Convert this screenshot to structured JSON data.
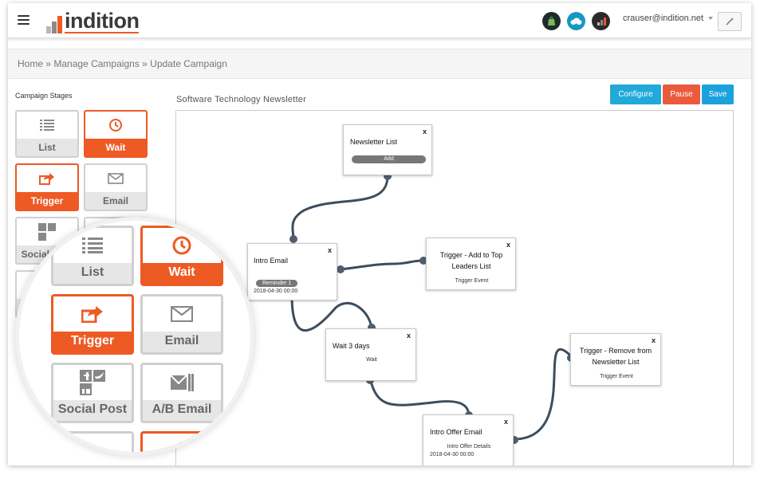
{
  "header": {
    "logo_text": "indition",
    "user_email": "crauser@indition.net",
    "integrations": [
      {
        "icon": "shopify-icon",
        "color": "#1e2a2b"
      },
      {
        "icon": "salesforce-icon",
        "color": "#1798c1"
      },
      {
        "icon": "indition-icon",
        "color": "#2a2a2a"
      }
    ]
  },
  "breadcrumb": {
    "items": [
      "Home",
      "Manage Campaigns",
      "Update Campaign"
    ],
    "separator": "»"
  },
  "stages": {
    "title": "Campaign Stages",
    "tiles": [
      {
        "label": "List",
        "icon": "list-icon",
        "active": false
      },
      {
        "label": "Wait",
        "icon": "clock-icon",
        "active": true
      },
      {
        "label": "Trigger",
        "icon": "share-icon",
        "active": true
      },
      {
        "label": "Email",
        "icon": "envelope-icon",
        "active": false
      },
      {
        "label": "Social Post",
        "icon": "social-icon",
        "active": false
      },
      {
        "label": "A/B Email",
        "icon": "ab-email-icon",
        "active": false
      }
    ]
  },
  "canvas": {
    "title": "Software Technology Newsletter",
    "buttons": {
      "configure": "Configure",
      "pause": "Pause",
      "save": "Save"
    },
    "close_glyph": "x",
    "nodes": {
      "newsletter": {
        "title": "Newsletter List",
        "action": "Add"
      },
      "intro_email": {
        "title": "Intro Email",
        "badge": "Reminder 1",
        "date": "2018-04-30 00:00"
      },
      "trigger_top": {
        "title": "Trigger - Add to Top Leaders List",
        "sub": "Trigger Event"
      },
      "wait": {
        "title": "Wait 3 days",
        "sub": "Wait"
      },
      "trigger_remove": {
        "title": "Trigger - Remove from Newsletter List",
        "sub": "Trigger Event"
      },
      "offer": {
        "title": "Intro Offer Email",
        "sub": "Intro Offer Details",
        "date": "2018-04-30 00:00"
      }
    }
  },
  "colors": {
    "accent": "#ee5a24",
    "configure": "#21a9d9",
    "pause": "#ea5a3c",
    "save": "#1ba2dd",
    "wire": "#3c4d5e"
  }
}
